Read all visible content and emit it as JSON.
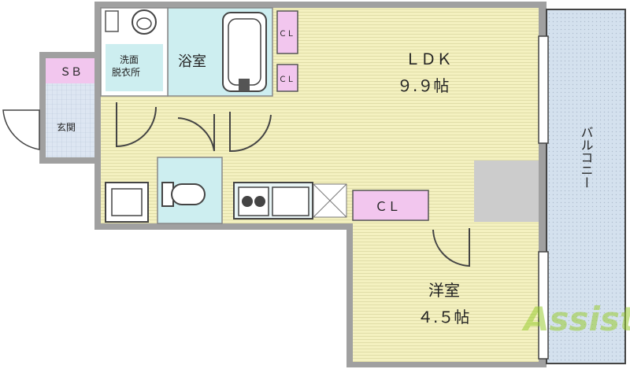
{
  "rooms": {
    "ldk": {
      "name": "ＬＤＫ",
      "size": "９.９帖"
    },
    "western": {
      "name": "洋室",
      "size": "４.５帖"
    },
    "bath": {
      "name": "浴室"
    },
    "washroom": {
      "line1": "洗面",
      "line2": "脱衣所"
    },
    "entrance": {
      "name": "玄関"
    },
    "shoe_box": {
      "name": "ＳＢ"
    },
    "balcony": {
      "name": "バルコニー"
    }
  },
  "closets": {
    "upper": "ＣＬ",
    "lower": "ＣＬ",
    "western": "ＣＬ"
  },
  "watermark": {
    "text": "Assist",
    "color": "#9acd32"
  },
  "colors": {
    "wall": "#9e9e9e",
    "ldk_floor": "#f4f1c0",
    "bath_floor": "#cdeef0",
    "tile_floor": "#dde6f2",
    "closet": "#f2c6ee",
    "balcony": "#d4e1ee"
  }
}
